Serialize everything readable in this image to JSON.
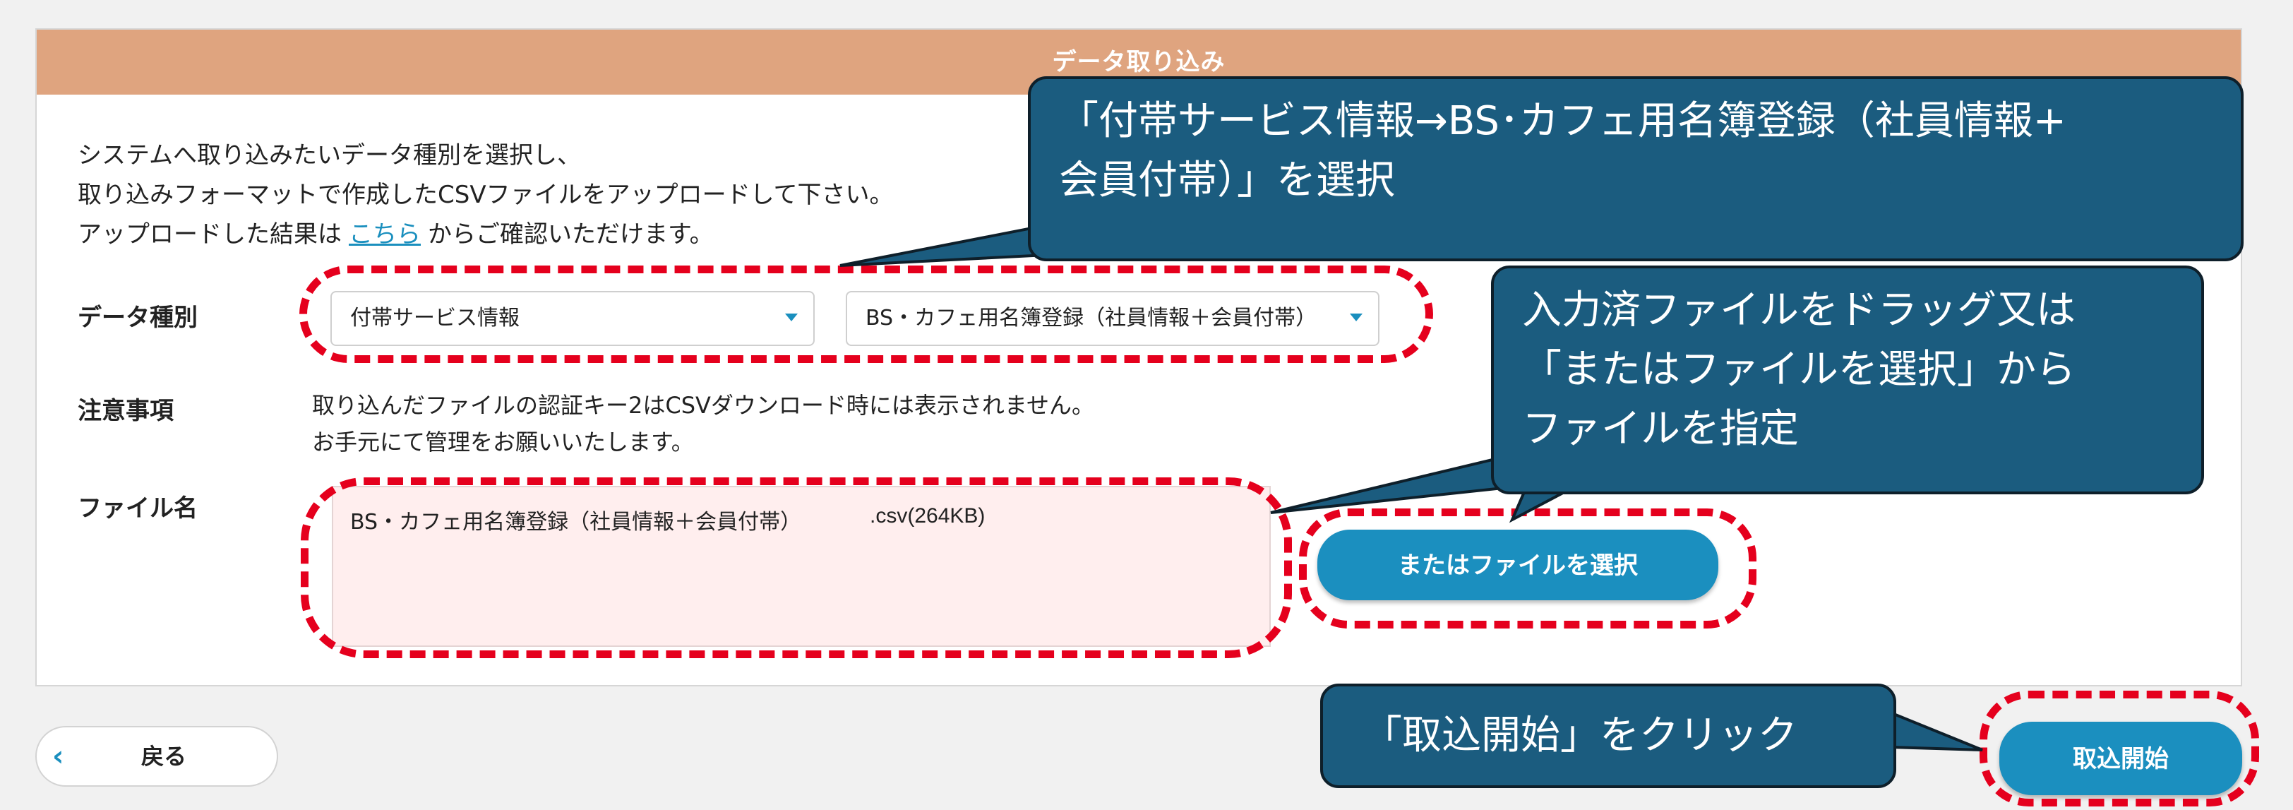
{
  "panel": {
    "title": "データ取り込み",
    "description": {
      "line1": "システムへ取り込みたいデータ種別を選択し、",
      "line2": "取り込みフォーマットで作成したCSVファイルをアップロードして下さい。",
      "line3_prefix": "アップロードした結果は",
      "line3_link": "こちら",
      "line3_suffix": "からご確認いただけます。"
    },
    "data_type": {
      "label": "データ種別",
      "select1_value": "付帯サービス情報",
      "select2_value": "BS・カフェ用名簿登録（社員情報＋会員付帯）"
    },
    "notes": {
      "label": "注意事項",
      "line1": "取り込んだファイルの認証キー2はCSVダウンロード時には表示されません。",
      "line2": "お手元にて管理をお願いいたします。"
    },
    "file": {
      "label": "ファイル名",
      "file_name": "BS・カフェ用名簿登録（社員情報＋会員付帯）",
      "file_ext_size": ".csv(264KB)",
      "select_button": "またはファイルを選択"
    }
  },
  "footer": {
    "back_button": "戻る",
    "start_button": "取込開始"
  },
  "callouts": {
    "select_data_type": "「付帯サービス情報→BS･カフェ用名簿登録（社員情報+\n会員付帯）」を選択",
    "choose_file": "入力済ファイルをドラッグ又は\n「またはファイルを選択」から\nファイルを指定",
    "click_start": "「取込開始」をクリック"
  },
  "colors": {
    "header": "#dfa47f",
    "accent": "#1b8fbf",
    "callout_bg": "#1b5c7f",
    "highlight": "#e5001d",
    "dropzone_bg": "#ffeeee"
  },
  "icons": {
    "back": "chevron-left-icon",
    "select_caret": "caret-down-icon"
  }
}
